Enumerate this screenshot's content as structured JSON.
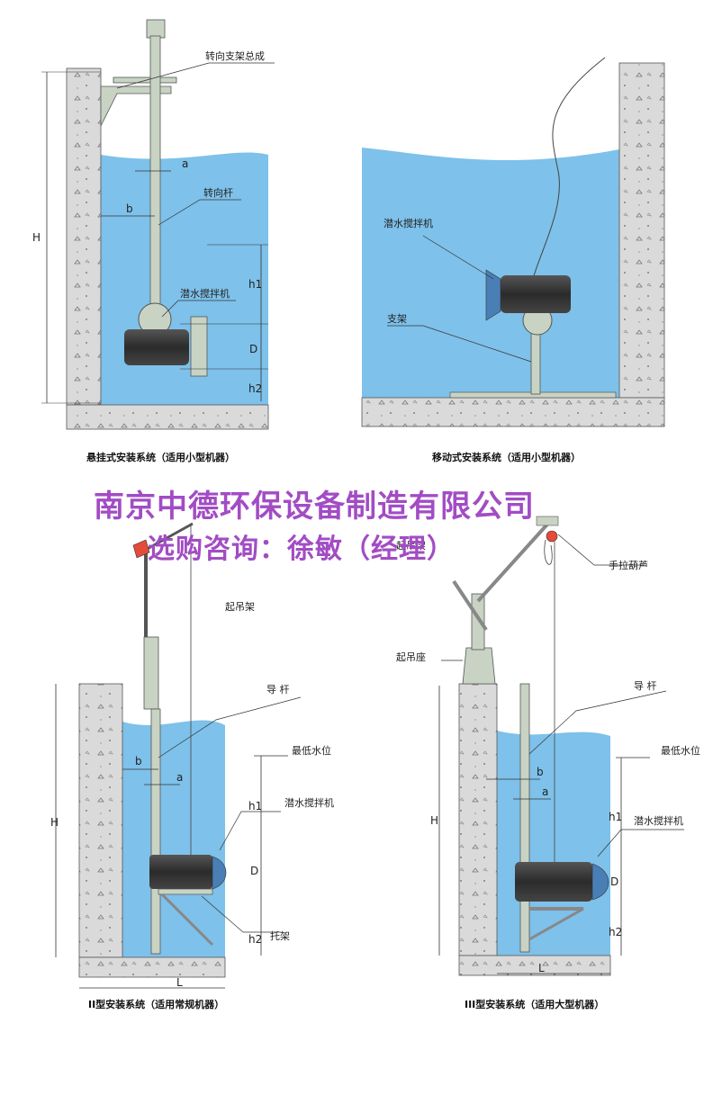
{
  "panels": {
    "p1": {
      "caption": "悬挂式安装系统（适用小型机器）",
      "labels": {
        "bracket": "转向支架总成",
        "rod": "转向杆",
        "mixer": "潜水搅拌机"
      },
      "dims": {
        "a": "a",
        "b": "b",
        "H": "H",
        "h1": "h1",
        "D": "D",
        "h2": "h2"
      }
    },
    "p2": {
      "caption": "移动式安装系统（适用小型机器）",
      "labels": {
        "mixer": "潜水搅拌机",
        "support": "支架"
      }
    },
    "p3": {
      "caption": "II型安装系统（适用常规机器）",
      "labels": {
        "crane": "起吊架",
        "guide": "导 杆",
        "min_level": "最低水位",
        "mixer": "潜水搅拌机",
        "bracket": "托架"
      },
      "dims": {
        "a": "a",
        "b": "b",
        "H": "H",
        "h1": "h1",
        "D": "D",
        "h2": "h2",
        "L": "L"
      }
    },
    "p4": {
      "caption": "III型安装系统（适用大型机器）",
      "labels": {
        "crane": "起吊架",
        "hoist": "手拉葫芦",
        "base": "起吊座",
        "guide": "导 杆",
        "min_level": "最低水位",
        "mixer": "潜水搅拌机"
      },
      "dims": {
        "a": "a",
        "b": "b",
        "H": "H",
        "h1": "h1",
        "D": "D",
        "h2": "h2",
        "L": "L"
      }
    }
  },
  "watermark": {
    "company": "南京中德环保设备制造有限公司",
    "contact": "选购咨询：徐敏（经理）"
  },
  "colors": {
    "water": "#7ec1ea",
    "concrete": "#dadada",
    "steel": "#c8d3c4",
    "motor": "#3a3a3a",
    "watermark": "#a24cc4"
  }
}
